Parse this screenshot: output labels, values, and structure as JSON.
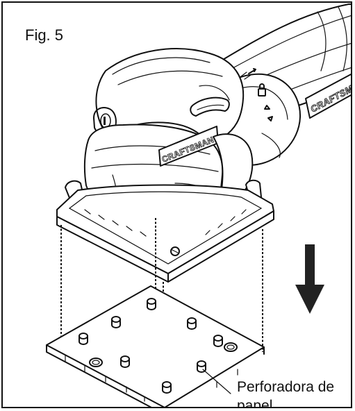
{
  "figure": {
    "label": "Fig. 5",
    "brand_text_rear": "CRAFTSMAN",
    "brand_text_front": "CRAFTSMAN",
    "callout_line1": "Perforadora de",
    "callout_line2": "papel"
  },
  "icons": {
    "direction": "down-arrow-icon",
    "lock": "padlock-icon"
  },
  "colors": {
    "ink": "#111111",
    "paper": "#ffffff",
    "arrow": "#222222"
  }
}
